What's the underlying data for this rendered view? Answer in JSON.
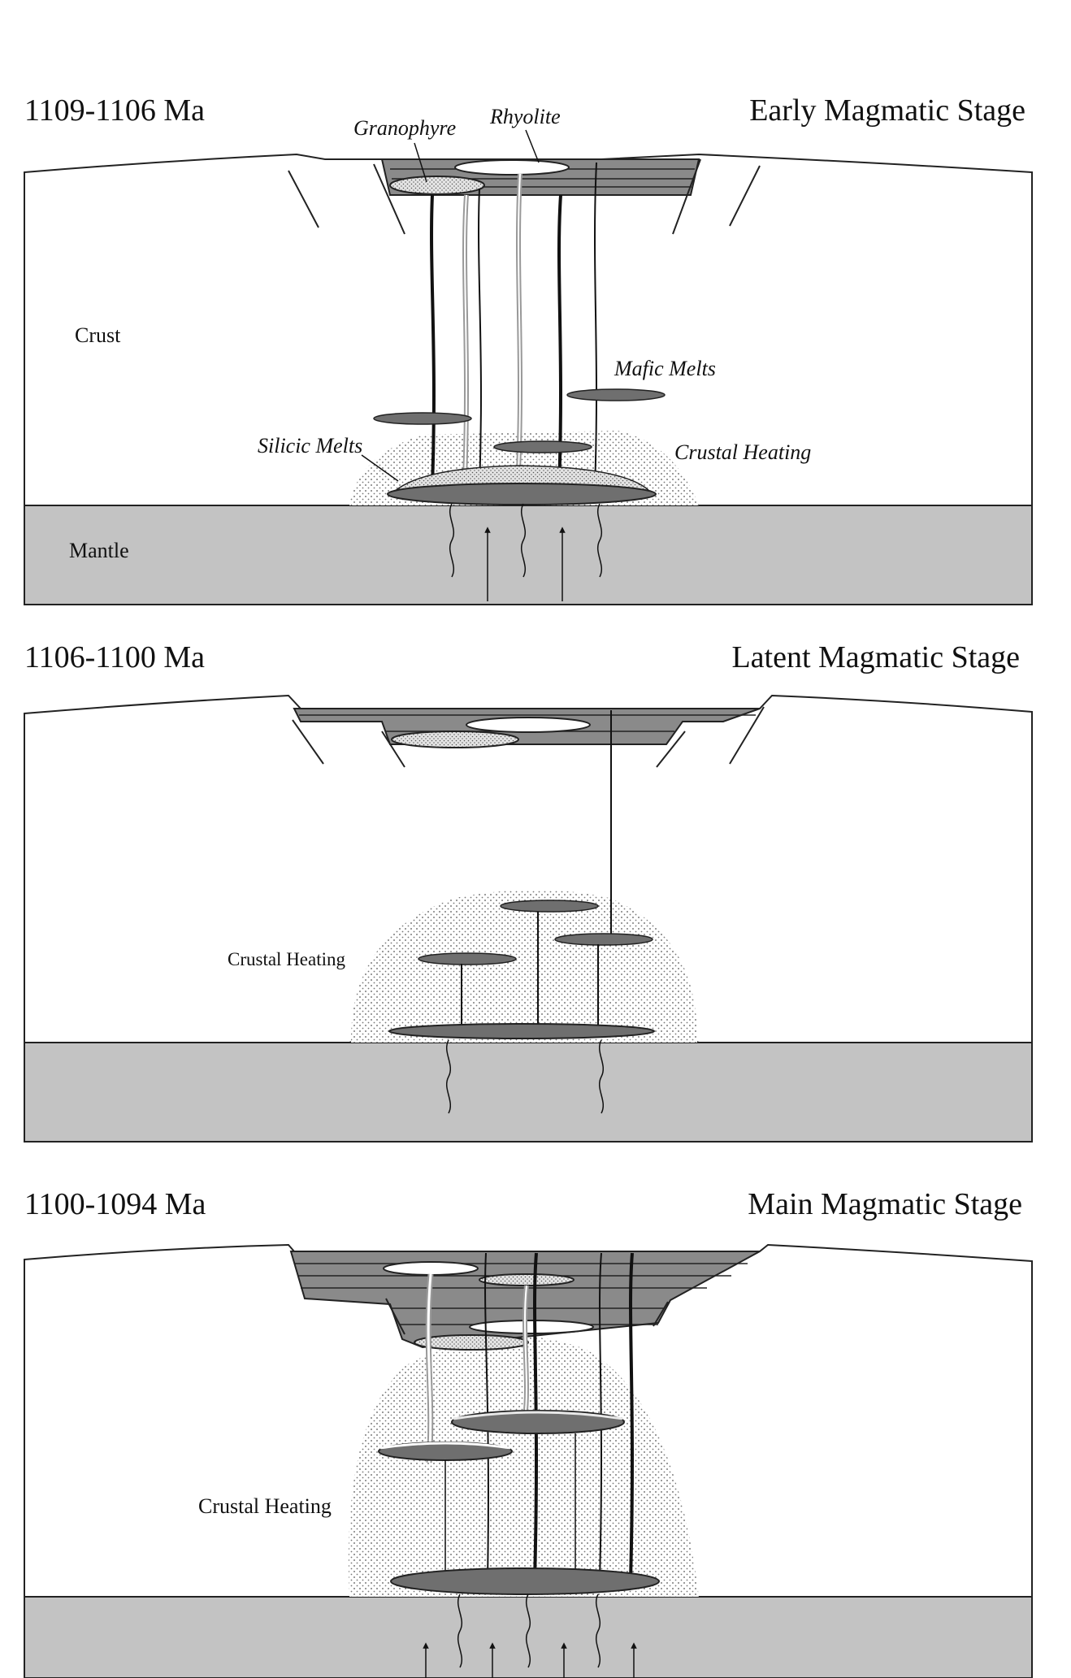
{
  "panels": [
    {
      "age": "1109-1106 Ma",
      "stage": "Early Magmatic Stage",
      "labels": {
        "granophyre": "Granophyre",
        "rhyolite": "Rhyolite",
        "crust": "Crust",
        "mafic_melts": "Mafic Melts",
        "silicic_melts": "Silicic Melts",
        "crustal_heating": "Crustal Heating",
        "mantle": "Mantle"
      }
    },
    {
      "age": "1106-1100 Ma",
      "stage": "Latent Magmatic Stage",
      "labels": {
        "crustal_heating": "Crustal Heating"
      }
    },
    {
      "age": "1100-1094 Ma",
      "stage": "Main Magmatic Stage",
      "labels": {
        "crustal_heating": "Crustal Heating"
      }
    }
  ],
  "colors": {
    "mantle": "#c3c3c3",
    "volcanic_fill": "#8a8a8a",
    "mafic_melt": "#6f6f6f",
    "silicic_melt": "#d8d8d8",
    "outline": "#222222"
  }
}
